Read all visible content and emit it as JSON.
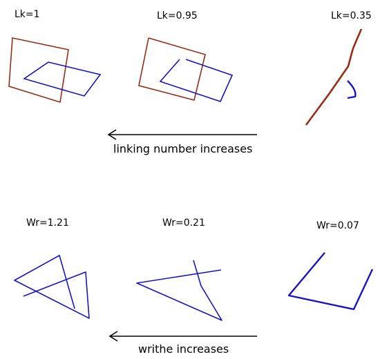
{
  "colors": {
    "red": "#9a2a14",
    "blue": "#1414c8",
    "arrow": "#000000"
  },
  "top_row": {
    "panels": [
      {
        "label": "Lk=1"
      },
      {
        "label": "Lk=0.95"
      },
      {
        "label": "Lk=0.35"
      }
    ],
    "arrow_caption": "linking number increases"
  },
  "bottom_row": {
    "panels": [
      {
        "label": "Wr=1.21"
      },
      {
        "label": "Wr=0.21"
      },
      {
        "label": "Wr=0.07"
      }
    ],
    "arrow_caption": "writhe increases"
  }
}
